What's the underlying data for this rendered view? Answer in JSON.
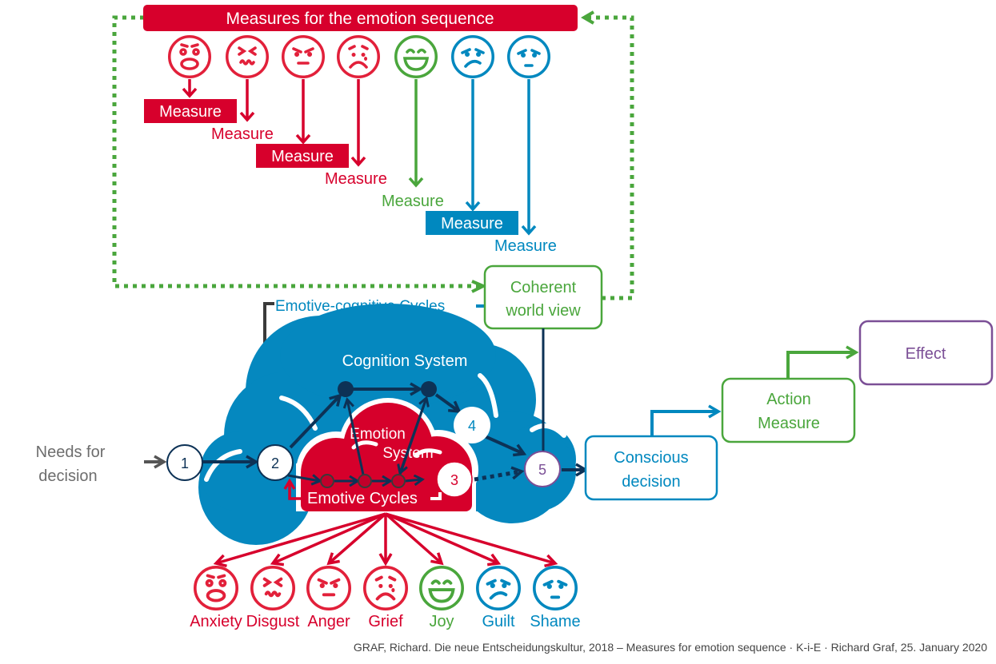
{
  "title": "Measures for the emotion sequence",
  "colors": {
    "red": "#d7002c",
    "red_icon": "#e2203a",
    "green": "#4aa63c",
    "blue": "#0088bf",
    "navy": "#0d3256",
    "gray": "#555555",
    "purple": "#7b4f96",
    "cloud_blue": "#0588bf",
    "cloud_red": "#d6002b"
  },
  "emotions": [
    {
      "name": "Anxiety",
      "color_key": "red",
      "icon": "anxiety-face-icon"
    },
    {
      "name": "Disgust",
      "color_key": "red",
      "icon": "disgust-face-icon"
    },
    {
      "name": "Anger",
      "color_key": "red",
      "icon": "anger-face-icon"
    },
    {
      "name": "Grief",
      "color_key": "red",
      "icon": "grief-face-icon"
    },
    {
      "name": "Joy",
      "color_key": "green",
      "icon": "joy-face-icon"
    },
    {
      "name": "Guilt",
      "color_key": "blue",
      "icon": "guilt-face-icon"
    },
    {
      "name": "Shame",
      "color_key": "blue",
      "icon": "shame-face-icon"
    }
  ],
  "measures": [
    {
      "label": "Measure",
      "style": "filled",
      "color_key": "red"
    },
    {
      "label": "Measure",
      "style": "text",
      "color_key": "red"
    },
    {
      "label": "Measure",
      "style": "filled",
      "color_key": "red"
    },
    {
      "label": "Measure",
      "style": "text",
      "color_key": "red"
    },
    {
      "label": "Measure",
      "style": "text",
      "color_key": "green"
    },
    {
      "label": "Measure",
      "style": "filled",
      "color_key": "blue"
    },
    {
      "label": "Measure",
      "style": "text",
      "color_key": "blue"
    }
  ],
  "cycles": {
    "emotive_cognitive": "Emotive-cognitive Cycles",
    "emotive": "Emotive Cycles"
  },
  "systems": {
    "cognition": "Cognition System",
    "emotion_line1": "Emotion",
    "emotion_line2": "System"
  },
  "nodes": [
    "1",
    "2",
    "3",
    "4",
    "5"
  ],
  "needs": {
    "line1": "Needs for",
    "line2": "decision"
  },
  "boxes": {
    "coherent": {
      "line1": "Coherent",
      "line2": "world view"
    },
    "conscious": {
      "line1": "Conscious",
      "line2": "decision"
    },
    "action": {
      "line1": "Action",
      "line2": "Measure"
    },
    "effect": {
      "line1": "Effect"
    }
  },
  "footer": "GRAF, Richard. Die neue Entscheidungskultur, 2018 – Measures for emotion sequence · K-i-E · Richard Graf, 25. January 2020"
}
